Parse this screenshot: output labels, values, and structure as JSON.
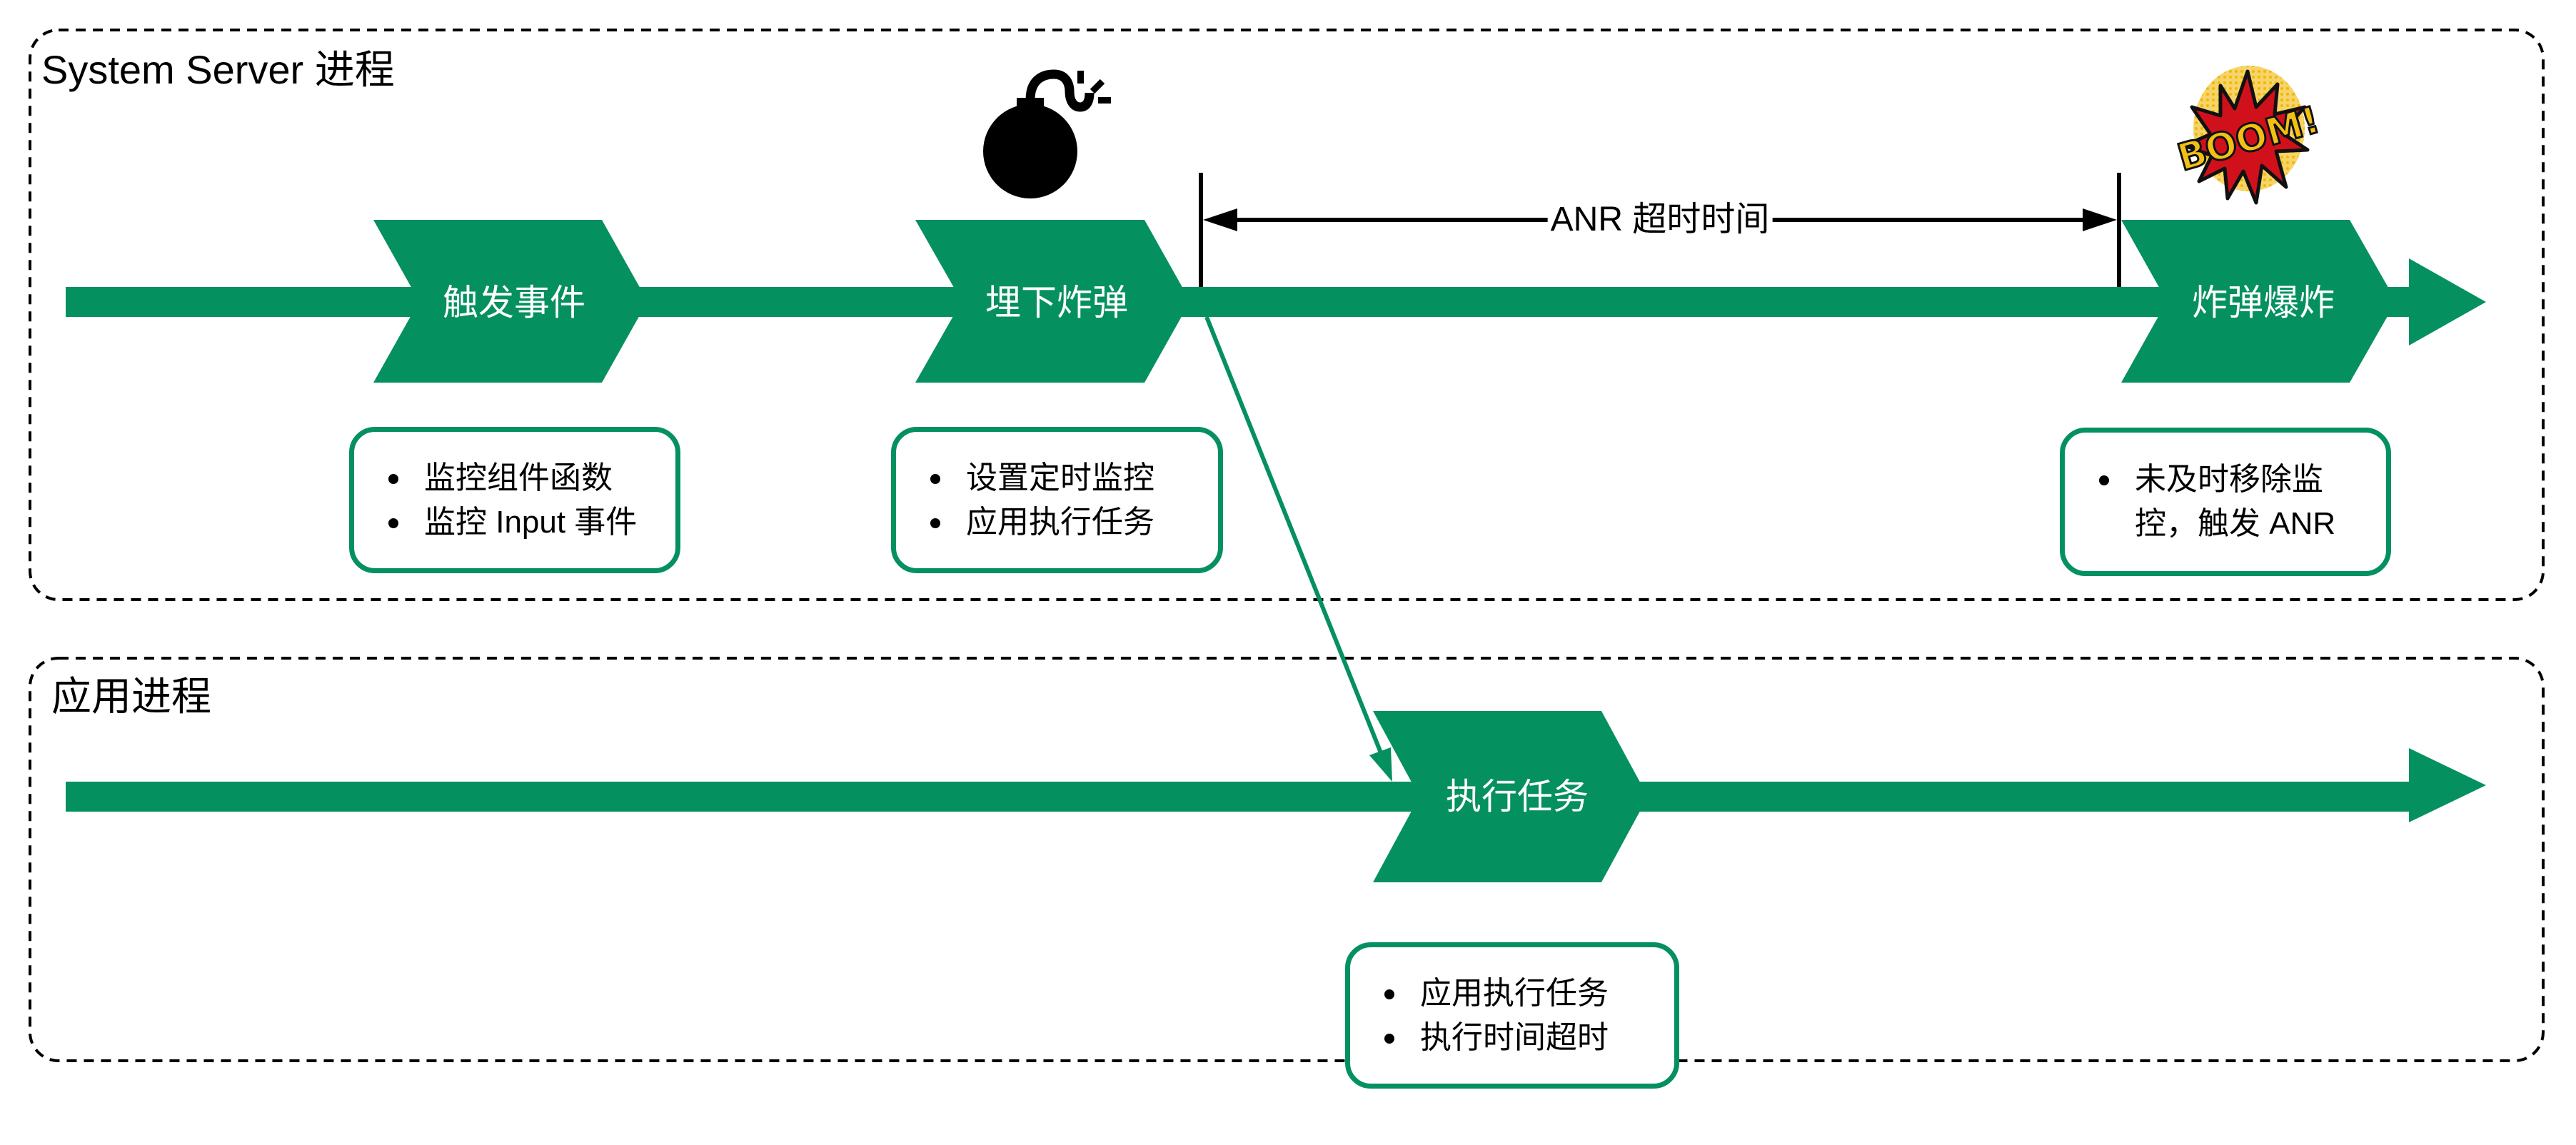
{
  "colors": {
    "green": "#059060",
    "black": "#000000",
    "boom_red": "#d0111c",
    "boom_yellow": "#f2c014"
  },
  "lanes": [
    {
      "title": "System Server 进程",
      "steps": [
        {
          "label": "触发事件",
          "notes": [
            "监控组件函数",
            "监控 Input 事件"
          ]
        },
        {
          "label": "埋下炸弹",
          "notes": [
            "设置定时监控",
            "应用执行任务"
          ],
          "icon": "bomb-icon"
        },
        {
          "label": "炸弹爆炸",
          "notes": [
            "未及时移除监控，触发 ANR"
          ],
          "icon": "boom-explosion-icon"
        }
      ]
    },
    {
      "title": "应用进程",
      "steps": [
        {
          "label": "执行任务",
          "notes": [
            "应用执行任务",
            "执行时间超时"
          ]
        }
      ]
    }
  ],
  "anr_timeout": {
    "label": "ANR 超时时间"
  },
  "boom_text": "BOOM!"
}
